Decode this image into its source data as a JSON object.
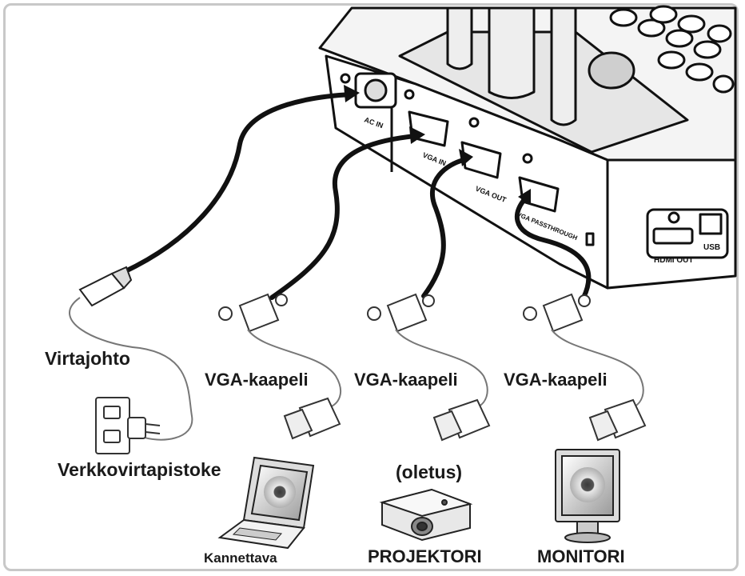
{
  "ports": {
    "ac_in": "AC IN",
    "vga_in": "VGA IN",
    "vga_out": "VGA OUT",
    "vga_passthrough": "VGA PASSTHROUGH",
    "hdmi_out": "HDMI OUT",
    "usb": "USB"
  },
  "labels": {
    "power_cord": "Virtajohto",
    "wall_outlet": "Verkkovirtapistoke",
    "vga_cable_1": "VGA-kaapeli",
    "vga_cable_2": "VGA-kaapeli",
    "vga_cable_3": "VGA-kaapeli",
    "default_note": "(oletus)",
    "laptop": "Kannettava",
    "projector": "PROJEKTORI",
    "monitor": "MONITORI"
  }
}
